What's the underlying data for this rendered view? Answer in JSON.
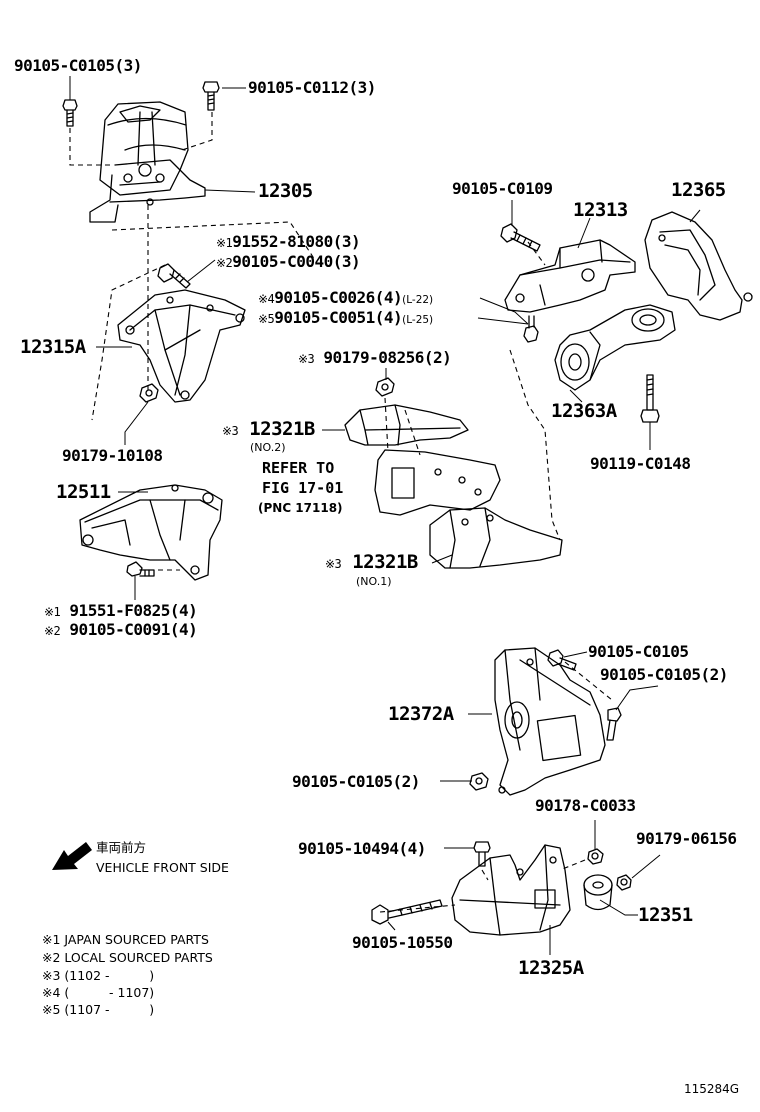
{
  "labels": {
    "p1": "90105-C0105(3)",
    "p2": "90105-C0112(3)",
    "p3": "12305",
    "p4": "91552-81080(3)",
    "p5": "90105-C0040(3)",
    "p6": "12315A",
    "p7": "90179-10108",
    "p8": "12511",
    "p9": "91551-F0825(4)",
    "p10": "90105-C0091(4)",
    "p11": "90105-C0109",
    "p12": "12313",
    "p13": "12365",
    "p14": "90105-C0026(4)",
    "p14c": "(L-22)",
    "p15": "90105-C0051(4)",
    "p15c": "(L-25)",
    "p16": "90179-08256(2)",
    "p17": "12363A",
    "p18": "90119-C0148",
    "p19": "12321B",
    "p19s": "(NO.2)",
    "p20": "12321B",
    "p20s": "(NO.1)",
    "p21": "90105-C0105",
    "p22": "90105-C0105(2)",
    "p23": "12372A",
    "p24": "90105-C0105(2)",
    "p25": "90178-C0033",
    "p26": "90179-06156",
    "p27": "90105-10494(4)",
    "p28": "12351",
    "p29": "90105-10550",
    "p30": "12325A"
  },
  "marks": {
    "m1": "※1",
    "m2": "※2",
    "m3": "※3",
    "m4": "※4",
    "m5": "※5"
  },
  "refer": {
    "line1": "REFER TO",
    "line2": "FIG 17-01",
    "line3": "(PNC 17118)"
  },
  "direction": {
    "jp": "車両前方",
    "en": "VEHICLE FRONT SIDE"
  },
  "legend": [
    "※1 JAPAN SOURCED PARTS",
    "※2 LOCAL SOURCED PARTS",
    "※3 (1102 -          )",
    "※4 (          - 1107)",
    "※5 (1107 -          )"
  ],
  "figure_id": "115284G"
}
